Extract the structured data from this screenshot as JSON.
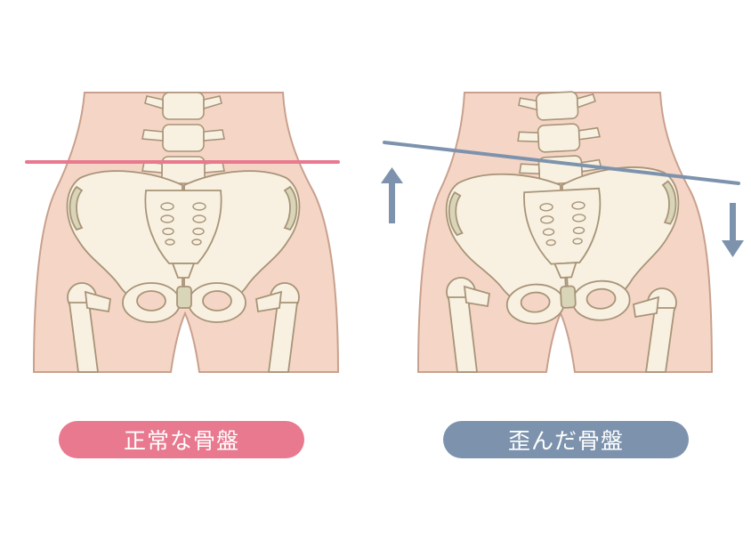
{
  "colors": {
    "skin": "#f5d6c6",
    "skin_outline": "#c9a08e",
    "bone": "#f8f1e1",
    "bone_outline": "#a89478",
    "cartilage": "#d9d5b8",
    "normal_accent": "#e8798f",
    "tilted_accent": "#7d93ad"
  },
  "panels": [
    {
      "id": "normal",
      "caption": "正常な骨盤"
    },
    {
      "id": "tilted",
      "caption": "歪んだ骨盤"
    }
  ]
}
